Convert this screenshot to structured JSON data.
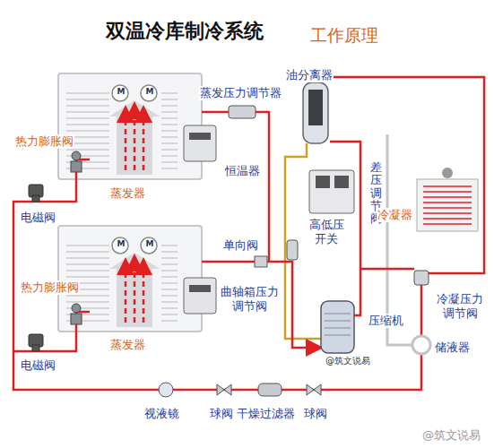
{
  "diagram": {
    "title": "双温冷库制冷系统",
    "labels": [
      "工作原理",
      "油分离器",
      "蒸发压力调节器",
      "M",
      "M",
      "热力膨胀阀",
      "恒温器",
      "蒸发器",
      "电磁阀",
      "高低压开关",
      "差压调节阀",
      "冷凝器",
      "M",
      "M",
      "单向阀",
      "热力膨胀阀",
      "曲轴箱压力调节阀",
      "蒸发器",
      "压缩机",
      "@筑文说易",
      "冷凝压力调节阀",
      "储液器",
      "电磁阀",
      "视液镜",
      "球阀",
      "干燥过滤器",
      "球阀",
      "@筑文说易"
    ]
  }
}
